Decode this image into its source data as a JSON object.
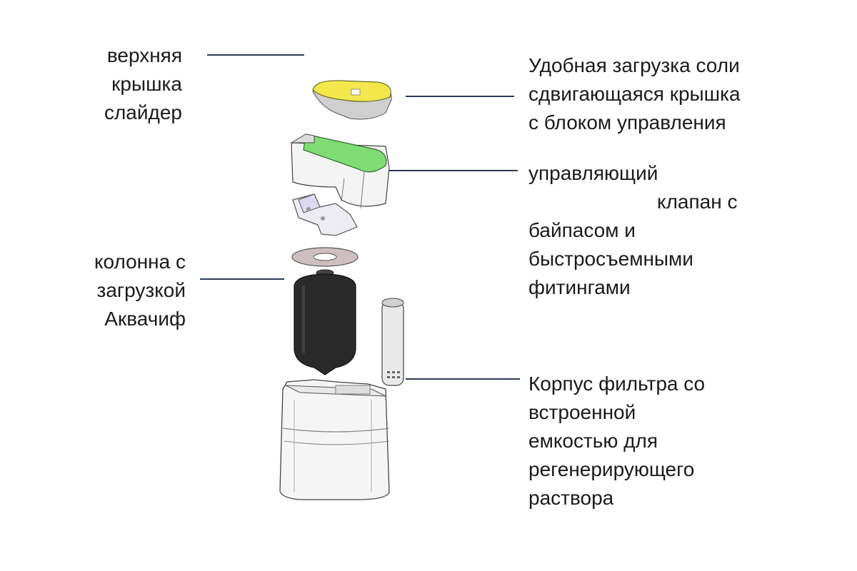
{
  "labels": {
    "top_cover": [
      "верхняя",
      "крышка",
      "слайдер"
    ],
    "salt_loading": [
      "Удобная загрузка соли",
      "сдвигающаяся крышка",
      "с блоком управления"
    ],
    "control_valve": [
      "управляющий",
      "клапан с",
      "байпасом и",
      "быстросъемными",
      "фитингами"
    ],
    "column": [
      "колонна с",
      "загрузкой",
      "Аквачиф"
    ],
    "housing": [
      "Корпус фильтра со",
      "встроенной",
      "емкостью для",
      "регенерирующего",
      "раствора"
    ]
  },
  "colors": {
    "line": "#2b3a55",
    "slider_yellow": "#f2e84b",
    "valve_green": "#7fdc74",
    "tank_dark": "#2a2a2a"
  }
}
